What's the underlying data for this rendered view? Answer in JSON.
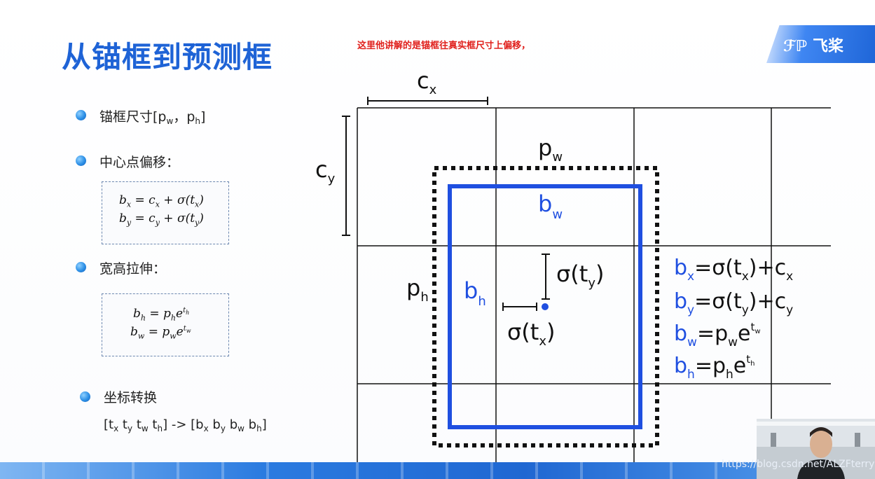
{
  "slide": {
    "title": "从锚框到预测框",
    "note": "这里他讲解的是锚框往真实框尺寸上偏移，",
    "logo": "飞桨",
    "bullets": [
      {
        "label_prefix": "锚框尺寸[p",
        "sub1": "w",
        "mid": "，p",
        "sub2": "h",
        "suffix": "]"
      },
      {
        "label": "中心点偏移："
      },
      {
        "label": "宽高拉伸："
      },
      {
        "label": "坐标转换"
      }
    ],
    "formulas_center": [
      "bₓ = cₓ + σ(tₓ)",
      "b_y = c_y + σ(t_y)"
    ],
    "formulas_scale": [
      "b_h = p_h e^{t_h}",
      "b_w = p_w e^{t_w}"
    ],
    "conversion": "[tₓ t_y t_w t_h] -> [bₓ b_y b_w b_h]",
    "watermark": "https://blog.csdn.net/ALZFterry"
  },
  "diagram": {
    "labels": {
      "cx": "c",
      "cx_sub": "x",
      "cy": "c",
      "cy_sub": "y",
      "pw": "p",
      "pw_sub": "w",
      "ph": "p",
      "ph_sub": "h",
      "bw": "b",
      "bw_sub": "w",
      "bh": "b",
      "bh_sub": "h",
      "sigma_ty": "σ(t",
      "sigma_ty_sub": "y",
      "sigma_ty_end": ")",
      "sigma_tx": "σ(t",
      "sigma_tx_sub": "x",
      "sigma_tx_end": ")"
    },
    "equations": [
      {
        "lhs": "b",
        "lhs_sub": "x",
        "rhs": "=σ(t",
        "rhs_sub": "x",
        "rhs_end": ")+c",
        "end_sub": "x"
      },
      {
        "lhs": "b",
        "lhs_sub": "y",
        "rhs": "=σ(t",
        "rhs_sub": "y",
        "rhs_end": ")+c",
        "end_sub": "y"
      },
      {
        "lhs": "b",
        "lhs_sub": "w",
        "rhs": "=p",
        "rhs_sub": "w",
        "rhs_end": "e",
        "sup": "t",
        "sup_sub": "w"
      },
      {
        "lhs": "b",
        "lhs_sub": "h",
        "rhs": "=p",
        "rhs_sub": "h",
        "rhs_end": "e",
        "sup": "t",
        "sup_sub": "h"
      }
    ],
    "colors": {
      "blue": "#1f4fe0",
      "black": "#111111"
    }
  }
}
